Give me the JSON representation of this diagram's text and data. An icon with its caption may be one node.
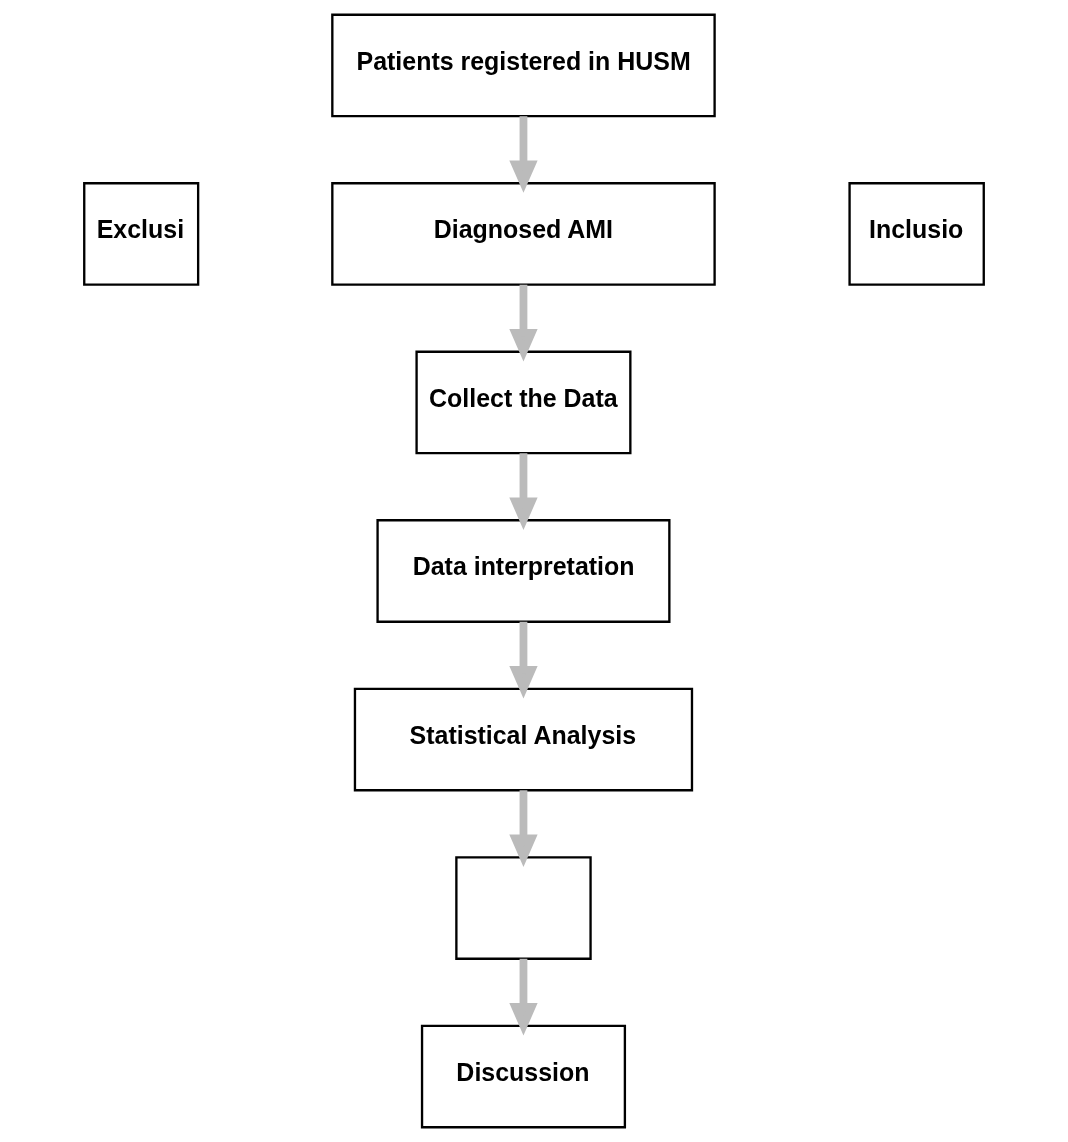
{
  "diagram": {
    "nodes": [
      {
        "text": [
          "Patients registered in HUSM"
        ]
      },
      {
        "text": [
          "Exclusi"
        ]
      },
      {
        "text": [
          "Diagnosed AMI"
        ]
      },
      {
        "text": [
          "Inclusio"
        ]
      },
      {
        "text": [
          "Collect the Data"
        ]
      },
      {
        "text": [
          "Data interpretation"
        ]
      },
      {
        "text": [
          "Statistical Analysis"
        ]
      },
      {
        "text": [],
        "shape": "box"
      },
      {
        "text": [
          "Discussion"
        ]
      }
    ],
    "edges": [
      {
        "from": 0,
        "to": 2,
        "arrow": "to"
      },
      {
        "from": 2,
        "to": 4,
        "arrow": "to"
      },
      {
        "from": 4,
        "to": 5,
        "arrow": "to"
      },
      {
        "from": 5,
        "to": 6,
        "arrow": "to"
      },
      {
        "from": 6,
        "to": 7,
        "arrow": "to"
      },
      {
        "from": 7,
        "to": 8,
        "arrow": "to"
      }
    ]
  }
}
